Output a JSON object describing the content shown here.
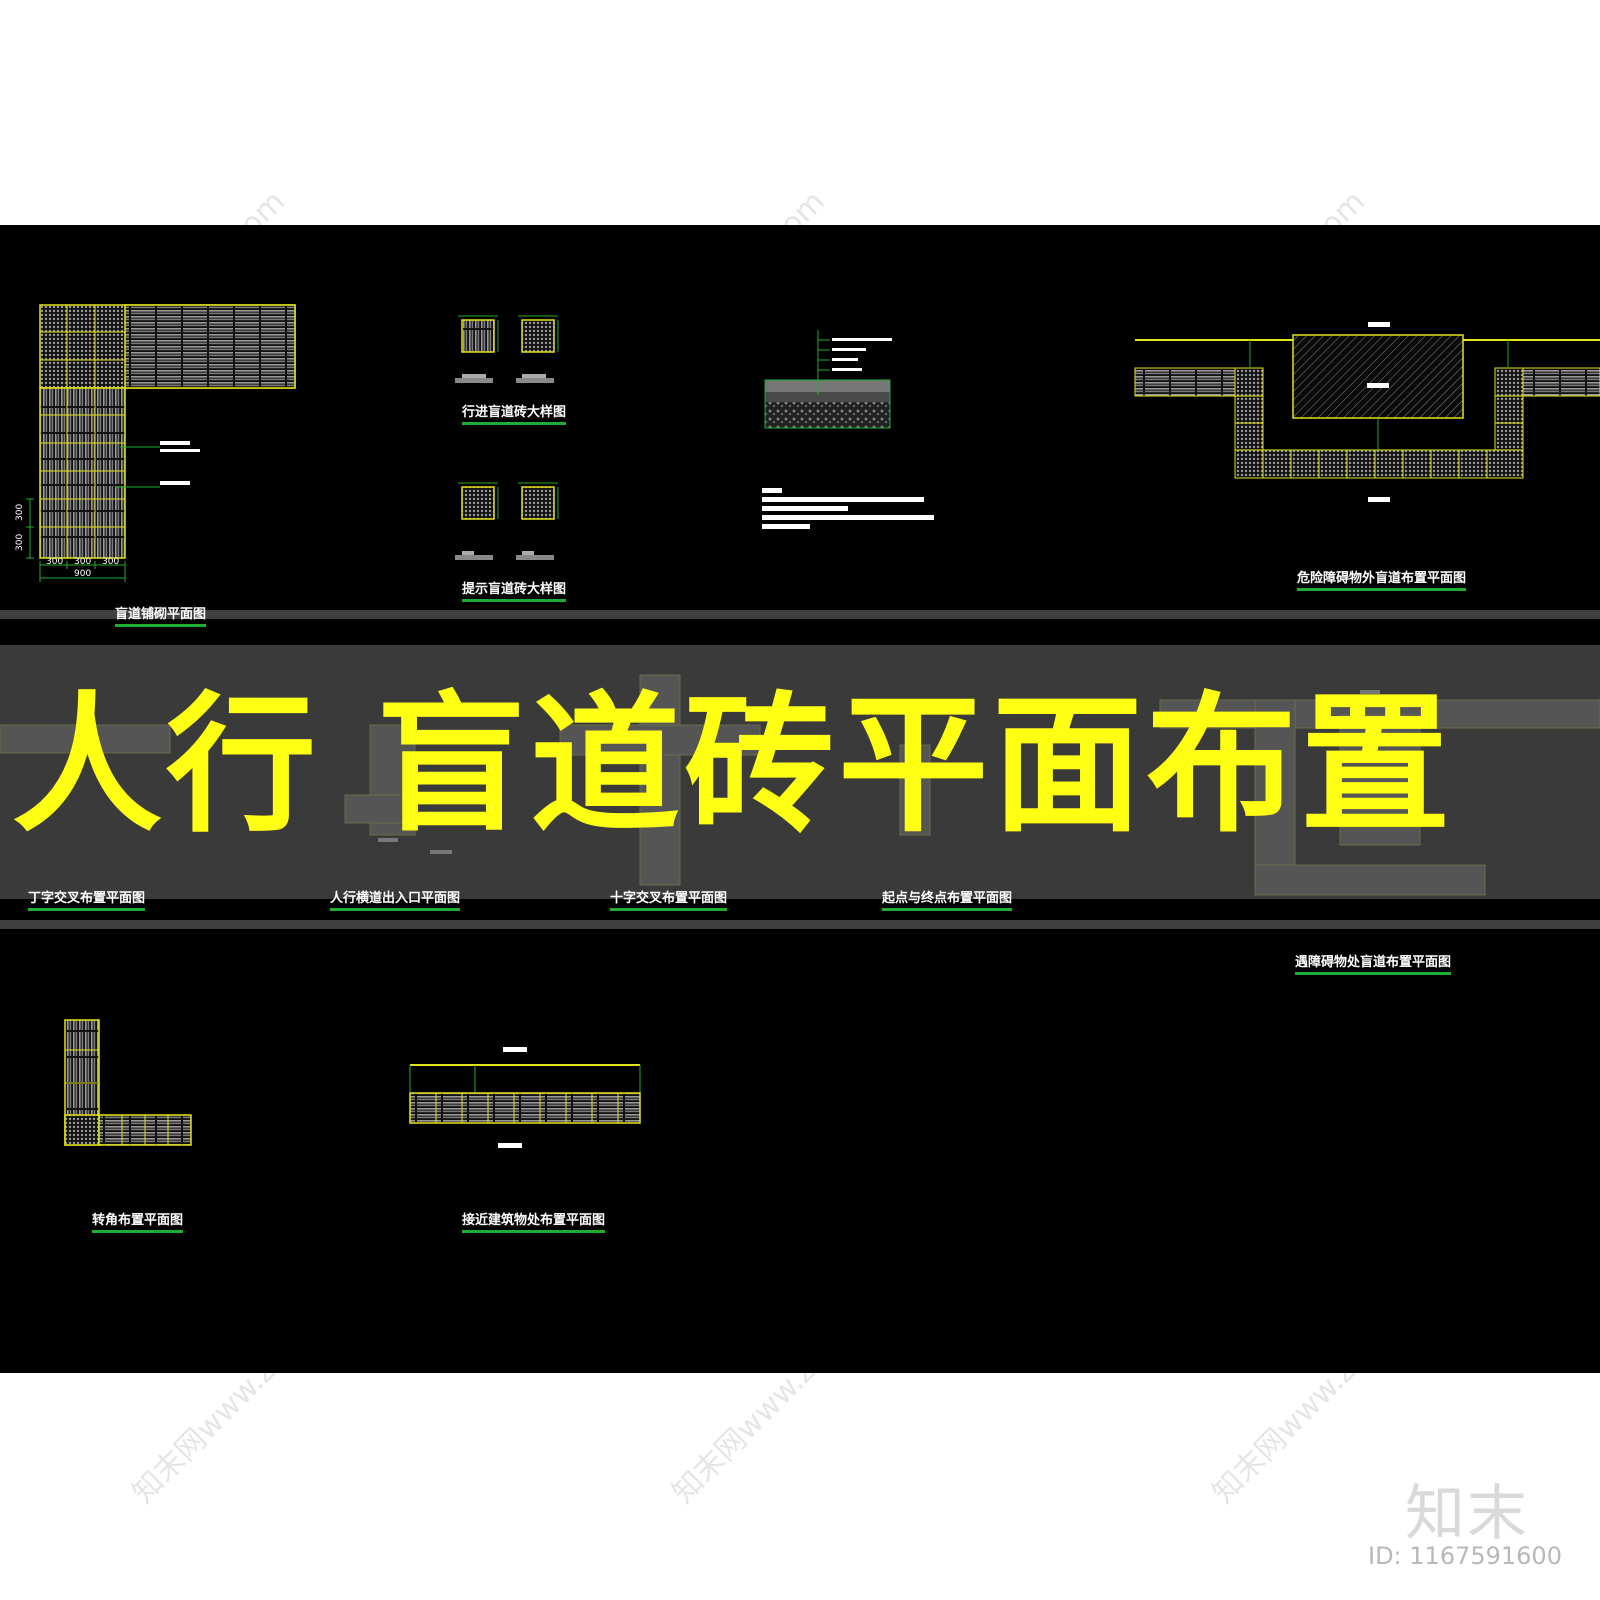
{
  "banner_title": "人行 盲道砖平面布置",
  "captions": {
    "paving_plan": "盲道铺砌平面图",
    "guide_tile_detail": "行进盲道砖大样图",
    "warning_tile_detail": "提示盲道砖大样图",
    "hazard_plan": "危险障碍物外盲道布置平面图",
    "t_junction": "丁字交叉布置平面图",
    "crossing_entrance": "人行横道出入口平面图",
    "cross_junction": "十字交叉布置平面图",
    "start_end": "起点与终点布置平面图",
    "obstacle_plan": "遇障碍物处盲道布置平面图",
    "corner_plan": "转角布置平面图",
    "building_plan": "接近建筑物处布置平面图"
  },
  "dimensions": {
    "col1": "300",
    "col2": "300",
    "col3": "300",
    "total": "900",
    "row1": "300",
    "row2": "300"
  },
  "watermark": "知末网www.znzmo.com",
  "brand": "知末",
  "image_id": "ID: 1167591600",
  "colors": {
    "sheet": "#000000",
    "band": "#3a3a3a",
    "title": "#ffff14",
    "line": "#e3e31a",
    "caption_underline": "#1fae2e"
  }
}
